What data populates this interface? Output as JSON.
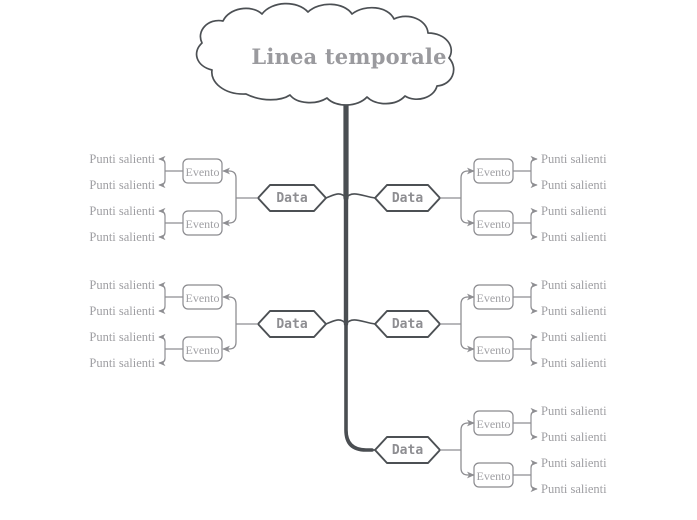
{
  "diagram": {
    "type": "mind-map-timeline",
    "root": {
      "label": "Linea temporale",
      "shape": "cloud"
    },
    "labels": {
      "date": "Data",
      "event": "Evento",
      "bullet": "Punti salienti"
    },
    "colors": {
      "outline": "#4c5054",
      "trunk": "#4a4e52",
      "connector": "#8e8e92",
      "title_text": "#9a9a9e",
      "date_text": "#8e8e92",
      "event_text": "#a0a0a4",
      "bullet_text": "#9e9ea2",
      "background": "#ffffff"
    },
    "branches": [
      {
        "side": "left",
        "date": "Data",
        "events": [
          {
            "label": "Evento",
            "bullets": [
              "Punti salienti",
              "Punti salienti"
            ]
          },
          {
            "label": "Evento",
            "bullets": [
              "Punti salienti",
              "Punti salienti"
            ]
          }
        ]
      },
      {
        "side": "right",
        "date": "Data",
        "events": [
          {
            "label": "Evento",
            "bullets": [
              "Punti salienti",
              "Punti salienti"
            ]
          },
          {
            "label": "Evento",
            "bullets": [
              "Punti salienti",
              "Punti salienti"
            ]
          }
        ]
      },
      {
        "side": "left",
        "date": "Data",
        "events": [
          {
            "label": "Evento",
            "bullets": [
              "Punti salienti",
              "Punti salienti"
            ]
          },
          {
            "label": "Evento",
            "bullets": [
              "Punti salienti",
              "Punti salienti"
            ]
          }
        ]
      },
      {
        "side": "right",
        "date": "Data",
        "events": [
          {
            "label": "Evento",
            "bullets": [
              "Punti salienti",
              "Punti salienti"
            ]
          },
          {
            "label": "Evento",
            "bullets": [
              "Punti salienti",
              "Punti salienti"
            ]
          }
        ]
      },
      {
        "side": "right",
        "date": "Data",
        "events": [
          {
            "label": "Evento",
            "bullets": [
              "Punti salienti",
              "Punti salienti"
            ]
          },
          {
            "label": "Evento",
            "bullets": [
              "Punti salienti",
              "Punti salienti"
            ]
          }
        ]
      }
    ]
  }
}
